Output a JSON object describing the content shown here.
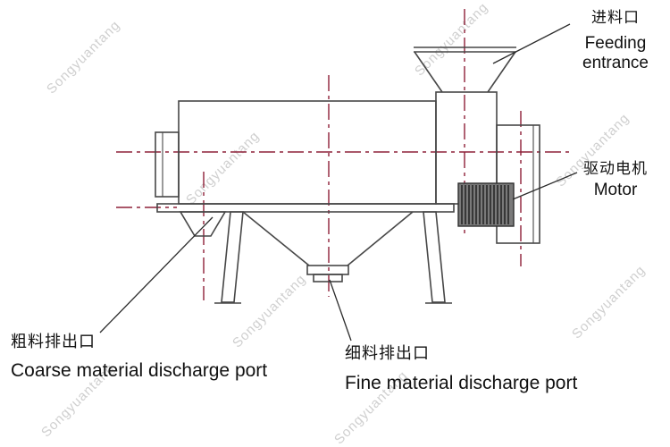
{
  "labels": {
    "feeding": {
      "zh": "进料口",
      "en_line1": "Feeding",
      "en_line2": "entrance"
    },
    "motor": {
      "zh": "驱动电机",
      "en": "Motor"
    },
    "coarse": {
      "zh": "粗料排出口",
      "en": "Coarse material discharge port"
    },
    "fine": {
      "zh": "细料排出口",
      "en": "Fine material discharge port"
    }
  },
  "watermark": {
    "text": "Songyuantang"
  },
  "colors": {
    "centerline": "#8e2038",
    "outline": "#474747",
    "leader": "#2b2b2b",
    "watermark": "#c7c7c7"
  }
}
